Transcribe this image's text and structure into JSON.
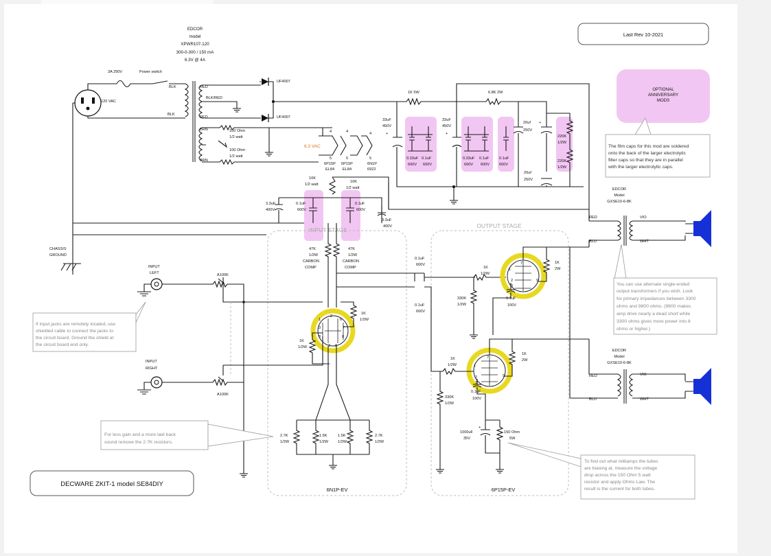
{
  "header": {
    "rev": "Last Rev 10-2021",
    "title": "DECWARE ZKIT-1 model SE84DIY"
  },
  "transformer": {
    "make": "EDCOR",
    "model_label": "model",
    "model": "XPWR107-120",
    "rating1": "300-0-300 / 150 mA",
    "rating2": "6.3V @ 4A"
  },
  "power": {
    "fuse": "3A 250V",
    "switch": "Power switch",
    "blk": "BLK",
    "mains": "120 VAC",
    "red": "RED",
    "blkred": "BLK/RED",
    "brn": "BRN",
    "diode": "UF4007",
    "r_hum": "100 Ohm",
    "r_hum_w": "1/2 watt",
    "heater": "6.3 VAC",
    "chassis1": "CHASSIS",
    "chassis2": "GROUND"
  },
  "heater_pins": {
    "p4": "4",
    "p5": "5",
    "tube1a": "6P15P",
    "tube1b": "EL84",
    "tube2a": "6P15P",
    "tube2b": "EL84",
    "tube3a": "6N1P",
    "tube3b": "6922"
  },
  "supply": {
    "r1": "1K 5W",
    "r2": "6.8K 2W",
    "c33": "33uF",
    "c450": "450V",
    "c033": "0.33uF",
    "c01": "0.1uF",
    "v600": "600V",
    "c20": "20uf",
    "v250": "250V",
    "r220": "220K",
    "rw": "1/2W",
    "plus": "+"
  },
  "anniversary": {
    "title1": "OPTIONAL",
    "title2": "ANNIVERSARY",
    "title3": "MODS",
    "note": [
      "The film caps for this mod are soldered",
      "onto the back of the larger electrolytic",
      "filter caps so that they are in parallel",
      "with the larger electrolytic caps."
    ]
  },
  "input_stage": {
    "r10k": "10K",
    "r10k_w": "1/2 watt",
    "c33": "3.3uF",
    "v400": "400V",
    "c01": "0.1uF",
    "v600": "600V",
    "r47k": "47K",
    "r47k_w": "1/2W",
    "carbon1": "CARBON",
    "carbon2": "COMP",
    "stage_ghost": "INPUT STAGE",
    "r1k": "1K",
    "r1k_w": "1/2W",
    "label": "6N1P-EV",
    "r27": "2.7K",
    "r15": "1.5K"
  },
  "inputs": {
    "left1": "INPUT",
    "left2": "LEFT",
    "right1": "INPUT",
    "right2": "RIGHT",
    "pot": "A100K",
    "shield_note": [
      "If input jacks are remotely located, use",
      "shielded cable to connect the jacks to",
      "the circuit board.  Ground the shield at",
      "the circuit board end only."
    ],
    "gain_note": [
      "For less gain and a more laid back",
      "sound remove the 2.7K resistors."
    ]
  },
  "output_stage": {
    "title": "OUTPUT STAGE",
    "c01": "0.1uF",
    "v600": "600V",
    "r1k": "1K",
    "r_w2": "2W",
    "r_w12": "1/2W",
    "r330": "330K",
    "c01b": "0.1uF",
    "v100": "100V",
    "c1000": "1000uF",
    "v35": "35V",
    "r150": "150 Ohm",
    "r150w": "5W",
    "label": "6P15P-EV",
    "bias_note": [
      "To find out what milliamps the tubes",
      "are biasing at, measure the voltage",
      "drop across the 150 Ohm 5 watt",
      "resistor and apply Ohms Law.  The",
      "result is the current for both tubes."
    ]
  },
  "output_xfmr": {
    "make": "EDCOR",
    "model_label": "Model",
    "model": "GXSE10-6-8K",
    "red": "RED",
    "blu": "BLU",
    "vio": "VIO",
    "wht": "WHT",
    "note": [
      "You can use alternate single-ended",
      "output transformers if you wish.  Look",
      "for primary impedances between 3300",
      "ohms and 9800 ohms.  (9800 makes",
      "amp drive nearly a dead short while",
      "3300 ohms gives more power into 8",
      "ohms or higher.)"
    ]
  },
  "pins": {
    "p1": "1",
    "p2": "2",
    "p3": "3",
    "p4": "4",
    "p5": "5",
    "p6": "6",
    "p7": "7",
    "p8": "8",
    "p9": "9"
  }
}
